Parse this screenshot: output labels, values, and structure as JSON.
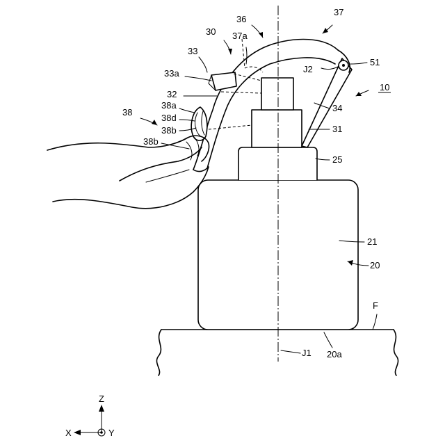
{
  "labels": {
    "l37": "37",
    "l36": "36",
    "l30": "30",
    "l37a": "37a",
    "l33": "33",
    "l33a": "33a",
    "l32": "32",
    "l38": "38",
    "l38a": "38a",
    "l38d": "38d",
    "l38b_top": "38b",
    "l38b_bot": "38b",
    "lJ2": "J2",
    "l51": "51",
    "l10": "10",
    "l34": "34",
    "l31": "31",
    "l25": "25",
    "l21": "21",
    "l20": "20",
    "lF": "F",
    "lJ1": "J1",
    "l20a": "20a",
    "axisZ": "Z",
    "axisX": "X",
    "axisY": "Y"
  }
}
